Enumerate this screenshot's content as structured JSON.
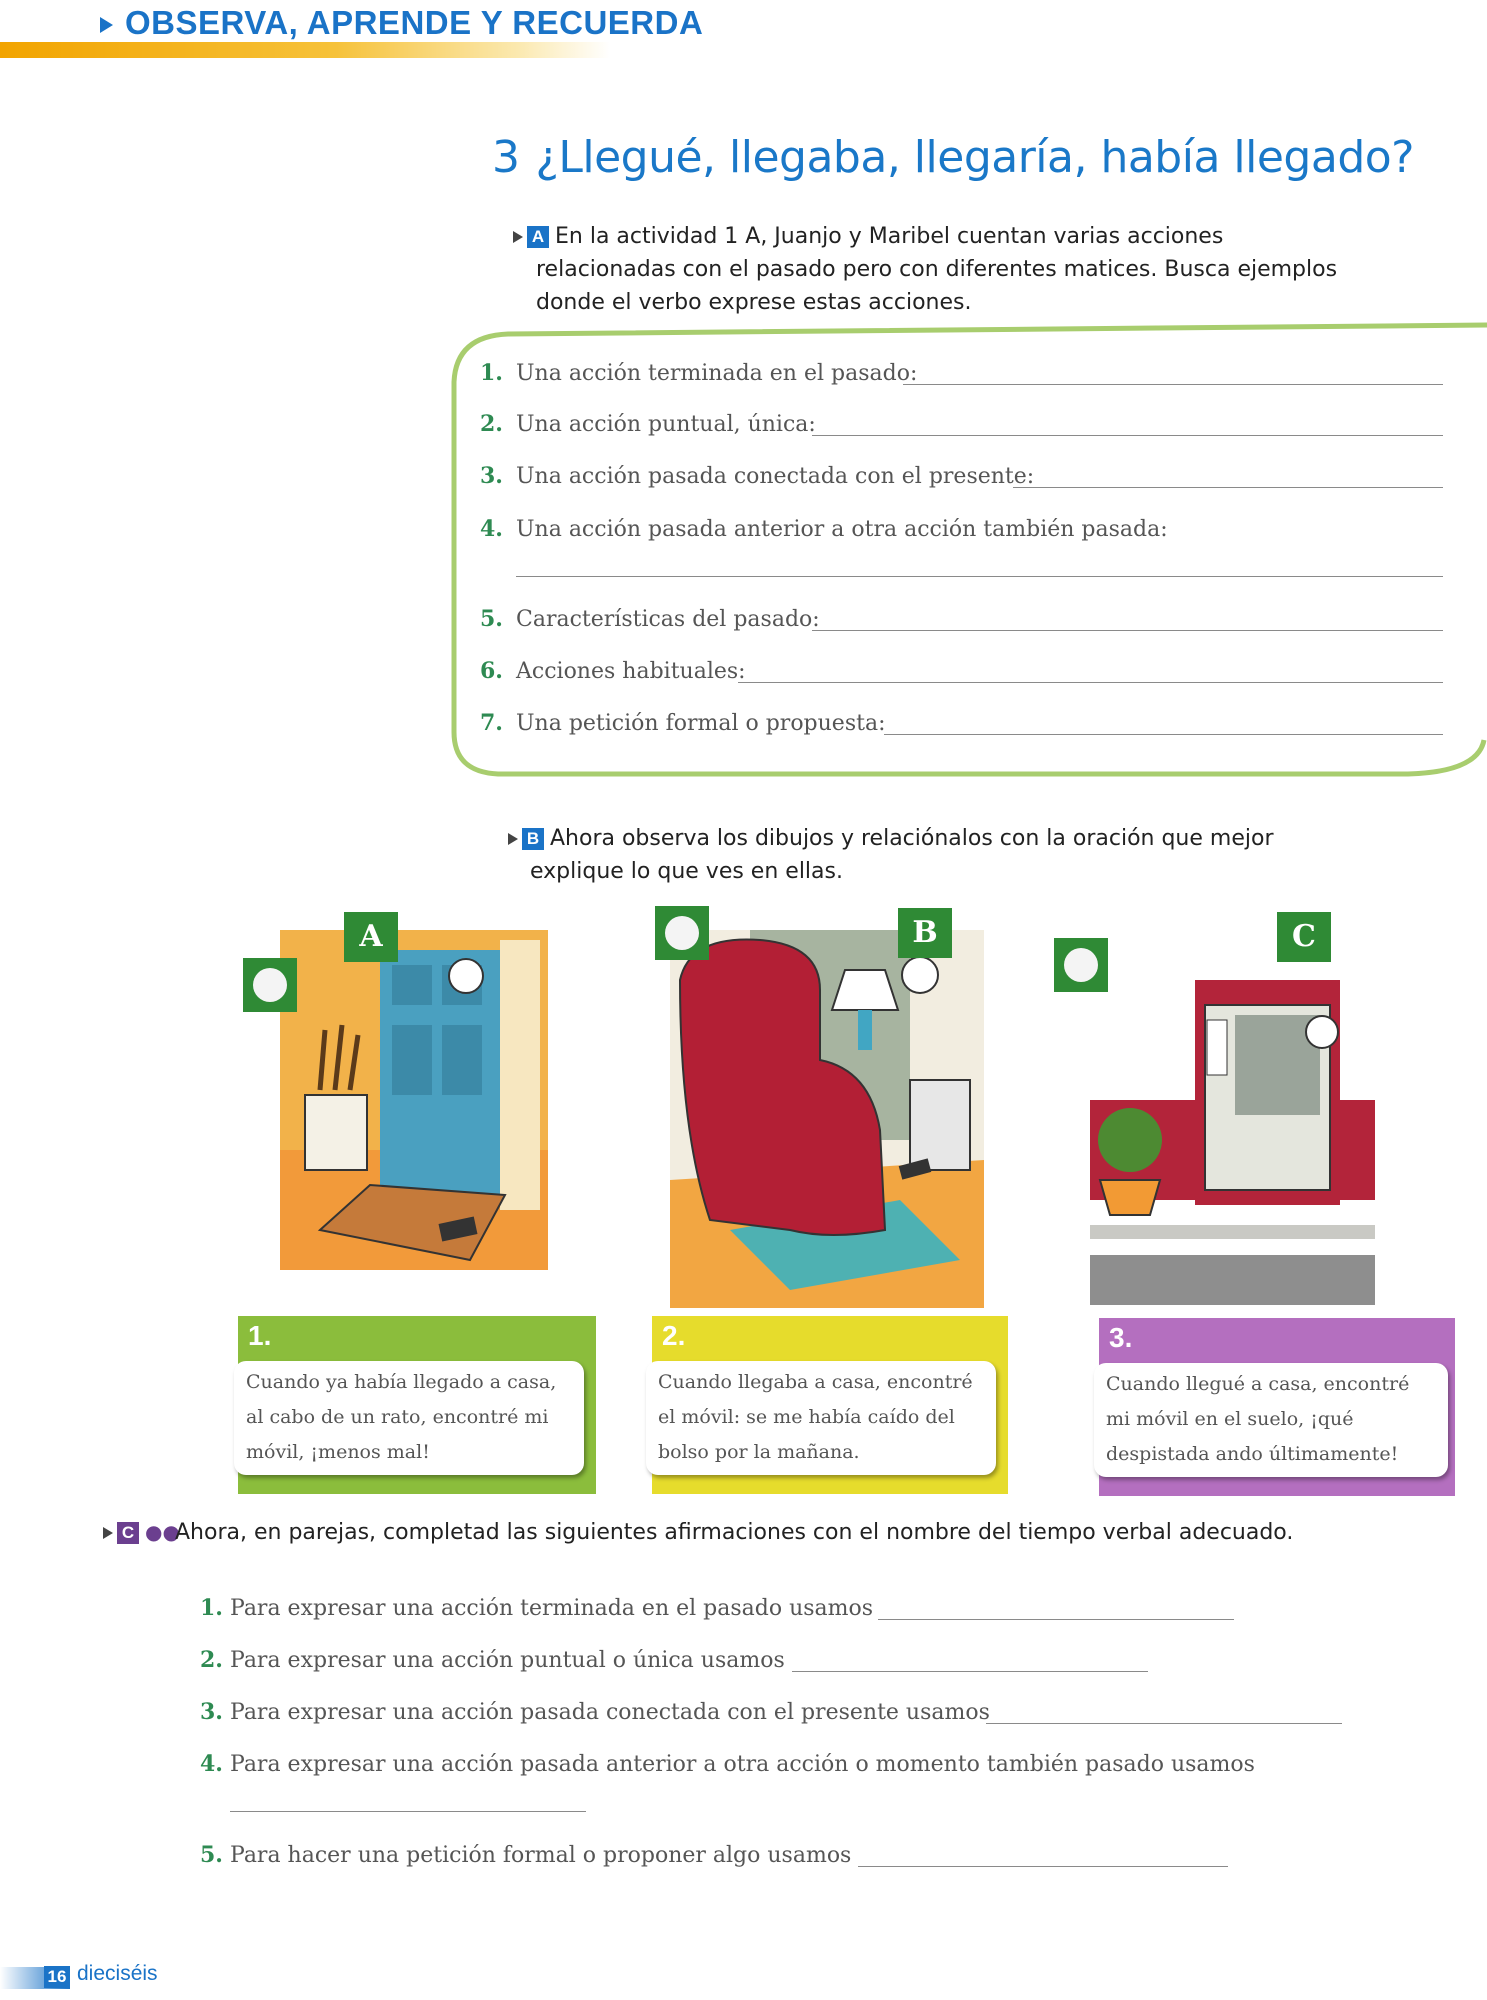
{
  "header": {
    "title": "OBSERVA, APRENDE Y RECUERDA"
  },
  "exercise": {
    "number": "3",
    "title": "¿Llegué, llegaba, llegaría, había llegado?"
  },
  "section_a": {
    "letter": "A",
    "instruction_1": "En la actividad 1 A, Juanjo y Maribel cuentan varias acciones",
    "instruction_2": "relacionadas con el pasado pero con diferentes matices. Busca ejemplos",
    "instruction_3": "donde el verbo exprese estas acciones.",
    "items": [
      {
        "n": "1.",
        "text": "Una acción terminada en el pasado:"
      },
      {
        "n": "2.",
        "text": "Una acción puntual, única:"
      },
      {
        "n": "3.",
        "text": "Una acción pasada conectada con el presente:"
      },
      {
        "n": "4.",
        "text": "Una acción pasada anterior a otra acción también pasada:"
      },
      {
        "n": "5.",
        "text": "Características del pasado:"
      },
      {
        "n": "6.",
        "text": "Acciones habituales:"
      },
      {
        "n": "7.",
        "text": "Una petición formal o propuesta:"
      }
    ]
  },
  "section_b": {
    "letter": "B",
    "instruction_1": "Ahora observa los dibujos y relaciónalos con la oración que mejor",
    "instruction_2": "explique lo que ves en ellas.",
    "pictures": [
      {
        "badge": "A"
      },
      {
        "badge": "B"
      },
      {
        "badge": "C"
      }
    ],
    "captions": [
      {
        "n": "1.",
        "lines": [
          "Cuando ya había llegado a casa,",
          "al cabo de un rato, encontré mi",
          "móvil, ¡menos mal!"
        ]
      },
      {
        "n": "2.",
        "lines": [
          "Cuando llegaba a casa, encontré",
          "el móvil: se me había caído del",
          "bolso por la mañana."
        ]
      },
      {
        "n": "3.",
        "lines": [
          "Cuando llegué a casa, encontré",
          "mi móvil en el suelo, ¡qué",
          "despistada ando últimamente!"
        ]
      }
    ],
    "colors": {
      "cap1": "#8bbd3c",
      "cap2": "#e6dc2c",
      "cap3": "#b46fbf"
    }
  },
  "section_c": {
    "letter": "C",
    "instruction": "Ahora, en parejas, completad las siguientes afirmaciones con el nombre del tiempo verbal adecuado.",
    "items": [
      {
        "n": "1.",
        "text": "Para expresar una acción terminada en el pasado usamos"
      },
      {
        "n": "2.",
        "text": "Para expresar una acción puntual o única usamos"
      },
      {
        "n": "3.",
        "text": "Para expresar una acción pasada conectada con el presente usamos"
      },
      {
        "n": "4.",
        "text": "Para expresar una acción pasada anterior a otra acción o momento también pasado usamos"
      },
      {
        "n": "5.",
        "text": "Para hacer una petición formal o proponer algo usamos"
      }
    ]
  },
  "footer": {
    "page_number": "16",
    "page_word": "dieciséis"
  }
}
